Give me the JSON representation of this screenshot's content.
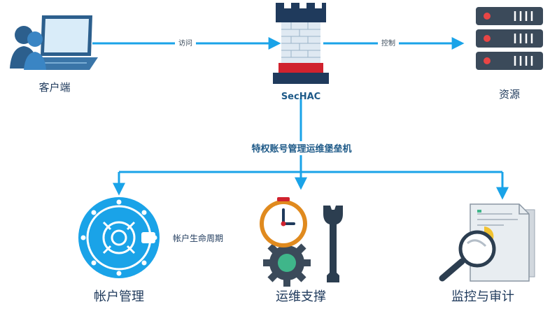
{
  "nodes": {
    "client": "客户端",
    "gateway": "SecHAC",
    "resource": "资源",
    "account": "帐户管理",
    "ops": "运维支撑",
    "audit": "监控与审计"
  },
  "edges": {
    "access": "访问",
    "control": "控制",
    "system": "特权账号管理运维堡垒机",
    "lifecycle": "帐户生命周期"
  },
  "colors": {
    "arrow": "#1aa3e8",
    "node_text": "#1f3a5c",
    "gateway_text": "#1e5a88",
    "server": "#3b4a5a",
    "server_led": "#e84545",
    "tower_red": "#d0222e"
  }
}
